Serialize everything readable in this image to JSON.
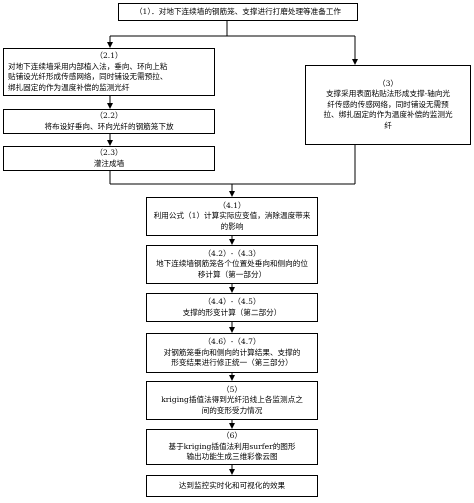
{
  "steps": {
    "s1": {
      "text": "（1）．对地下连续墙的钢筋笼、支撑进行打磨处理等准备工作"
    },
    "s21": {
      "num": "（2.1）",
      "text": "对地下连续墙采用内部植入法，垂向、环向上粘\n贴铺设光纤形成传感网络，同时铺设无需预拉、\n绑扎固定的作为温度补偿的监测光纤"
    },
    "s22": {
      "num": "（2.2）",
      "text": "将布设好垂向、环向光纤的钢筋笼下放"
    },
    "s23": {
      "num": "（2.3）",
      "text": "灌注成墙"
    },
    "s3": {
      "num": "（3）",
      "text": "支撑采用表面粘贴法形成支撑-轴向光\n纤传感的传感网络，同时铺设无需预\n拉、绑扎固定的作为温度补偿的监测光\n纤"
    },
    "s41": {
      "num": "（4.1）",
      "text": "利用公式（1）计算实际应变值，消除温度带来\n的影响"
    },
    "s42": {
      "num": "（4.2）-（4.3）",
      "text": "地下连续墙钢筋笼各个位置处垂向和侧向的位\n移计算（第一部分）"
    },
    "s44": {
      "num": "（4.4）-（4.5）",
      "text": "支撑的形变计算（第二部分）"
    },
    "s46": {
      "num": "（4.6）-（4.7）",
      "text": "对钢筋笼垂向和侧向的计算结果、支撑的\n形变结果进行修正统一（第三部分）"
    },
    "s5": {
      "num": "（5）",
      "text": "kriging插值法得到光纤沿线上各监测点之\n间的变形受力情况"
    },
    "s6": {
      "num": "（6）",
      "text": "基于kriging插值法利用surfer的图形\n输出功能生成三维彩像云图"
    },
    "s7": {
      "text": "达到监控实时化和可视化的效果"
    }
  }
}
